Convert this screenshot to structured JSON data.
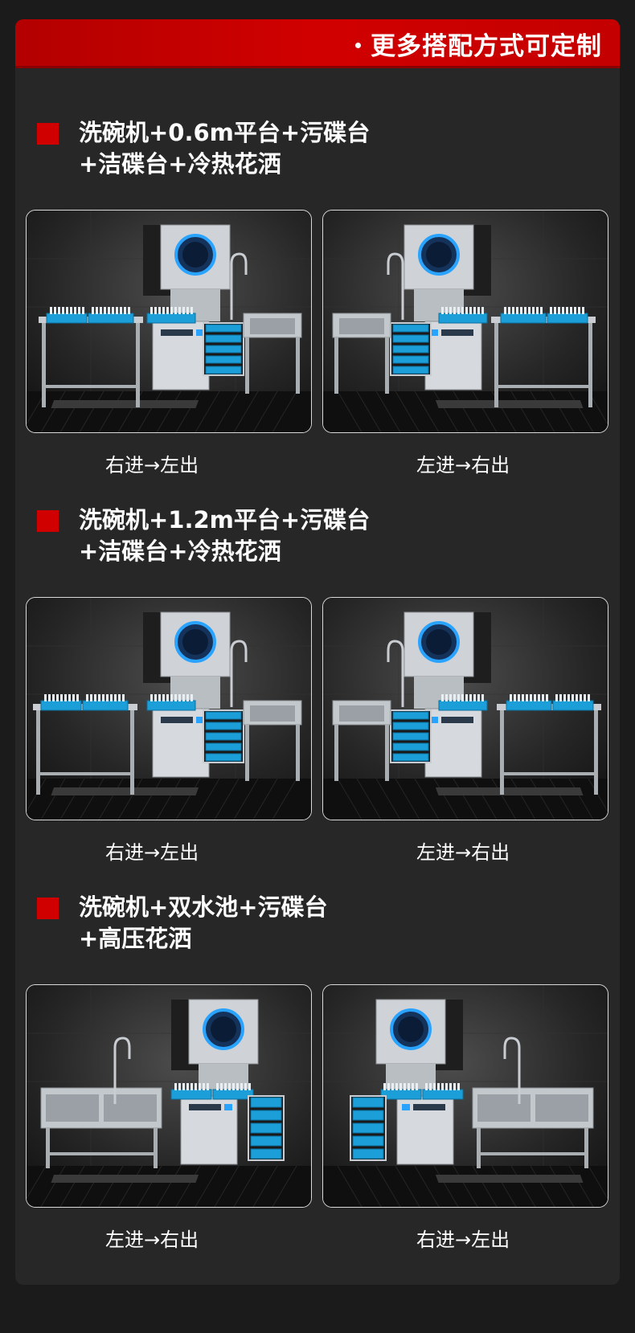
{
  "banner": {
    "text": "更多搭配方式可定制"
  },
  "sections": [
    {
      "title_line1": "洗碗机+0.6m平台+污碟台",
      "title_line2": "+洁碟台+冷热花洒",
      "left_caption": "右进→左出",
      "right_caption": "左进→右出"
    },
    {
      "title_line1": "洗碗机+1.2m平台+污碟台",
      "title_line2": "+洁碟台+冷热花洒",
      "left_caption": "右进→左出",
      "right_caption": "左进→右出"
    },
    {
      "title_line1": "洗碗机+双水池+污碟台",
      "title_line2": "+高压花洒",
      "left_caption": "左进→右出",
      "right_caption": "右进→左出"
    }
  ],
  "colors": {
    "accent": "#d10000",
    "panel": "#272727",
    "background": "#1b1b1b",
    "rack_blue": "#1c9fd8",
    "steel": "#c9cdd2"
  }
}
